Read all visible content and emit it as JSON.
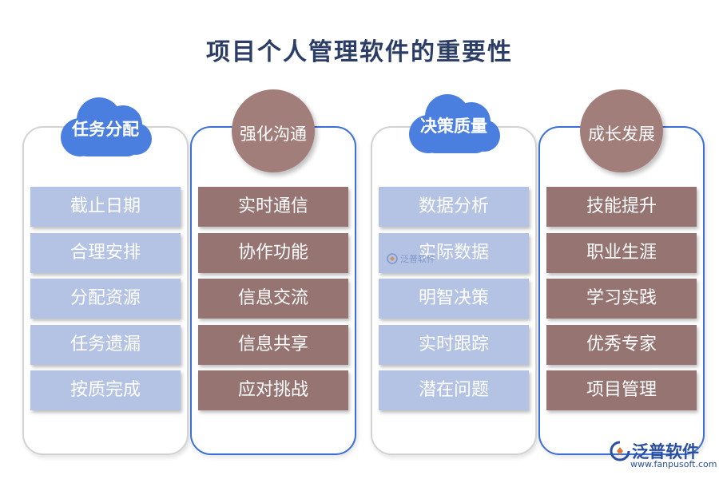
{
  "title": "项目个人管理软件的重要性",
  "columns": [
    {
      "header": "任务分配",
      "header_shape": "cloud",
      "items": [
        "截止日期",
        "合理安排",
        "分配资源",
        "任务遗漏",
        "按质完成"
      ]
    },
    {
      "header": "强化沟通",
      "header_shape": "circle",
      "items": [
        "实时通信",
        "协作功能",
        "信息交流",
        "信息共享",
        "应对挑战"
      ]
    },
    {
      "header": "决策质量",
      "header_shape": "cloud",
      "items": [
        "数据分析",
        "实际数据",
        "明智决策",
        "实时跟踪",
        "潜在问题"
      ]
    },
    {
      "header": "成长发展",
      "header_shape": "circle",
      "items": [
        "技能提升",
        "职业生涯",
        "学习实践",
        "优秀专家",
        "项目管理"
      ]
    }
  ],
  "watermark": {
    "center_text": "泛普软件",
    "brand": "泛普软件",
    "url": "www.fanpusoft.com"
  },
  "colors": {
    "title": "#2c3e66",
    "cloud": "#4a7fe0",
    "circle": "#a27e7b",
    "item_light_blue": "#b4c3e3",
    "item_brown": "#967472",
    "panel_blue_border": "#3a6fd8",
    "panel_gray_border": "#d3d3d3"
  }
}
